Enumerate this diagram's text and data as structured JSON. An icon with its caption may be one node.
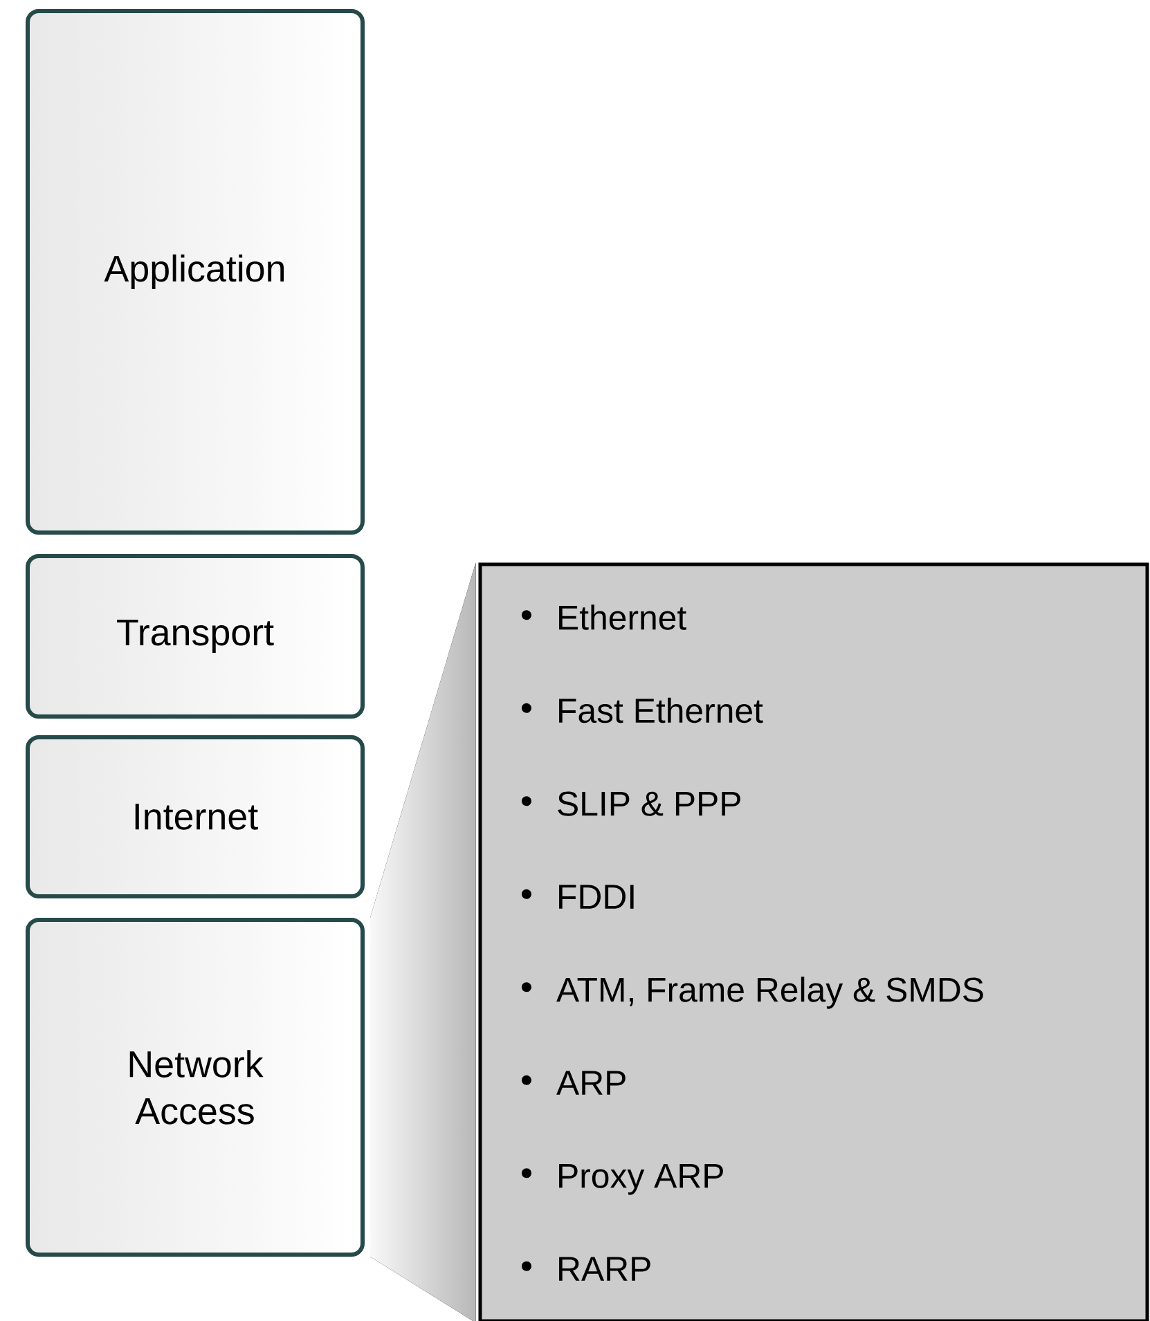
{
  "diagram": {
    "nodes": [
      {
        "text": [
          "Application"
        ]
      },
      {
        "text": [
          "Transport"
        ]
      },
      {
        "text": [
          "Internet"
        ]
      },
      {
        "text": [
          "Network Access"
        ]
      },
      {
        "text": [
          "Ethernet",
          "Fast Ethernet",
          "SLIP & PPP",
          "FDDI",
          "ATM, Frame Relay & SMDS",
          "ARP",
          "Proxy ARP",
          "RARP"
        ]
      }
    ],
    "edges": [
      {
        "from": 3,
        "to": 4,
        "arrow": "none"
      }
    ]
  }
}
